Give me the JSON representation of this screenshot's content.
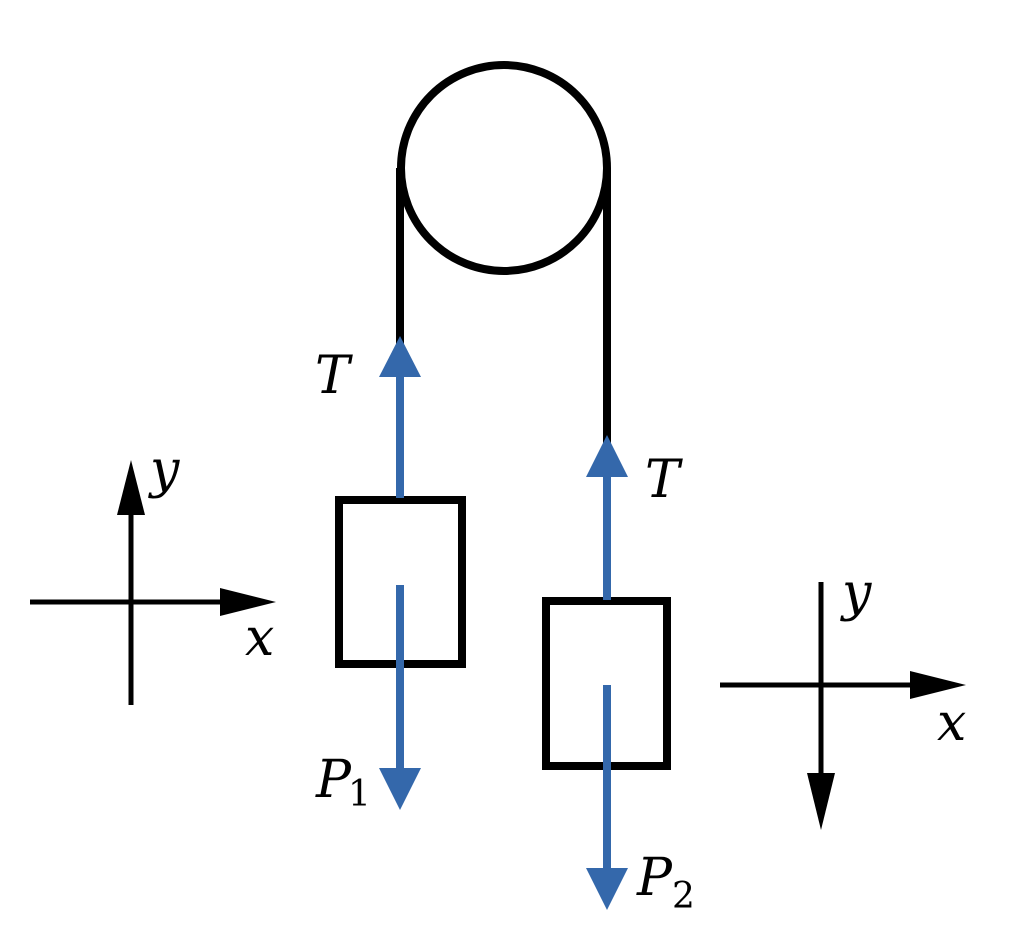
{
  "diagram": {
    "title": "Atwood machine free-body diagram",
    "colors": {
      "structure": "#000000",
      "force": "#3468ab",
      "background": "#ffffff"
    },
    "pulley": {
      "label": ""
    },
    "mass1": {
      "tension_label": "T",
      "weight_label": "P",
      "weight_subscript": "1"
    },
    "mass2": {
      "tension_label": "T",
      "weight_label": "P",
      "weight_subscript": "2"
    },
    "axes_left": {
      "x_label": "x",
      "y_label": "y",
      "y_direction": "up"
    },
    "axes_right": {
      "x_label": "x",
      "y_label": "y",
      "y_direction": "down"
    }
  }
}
